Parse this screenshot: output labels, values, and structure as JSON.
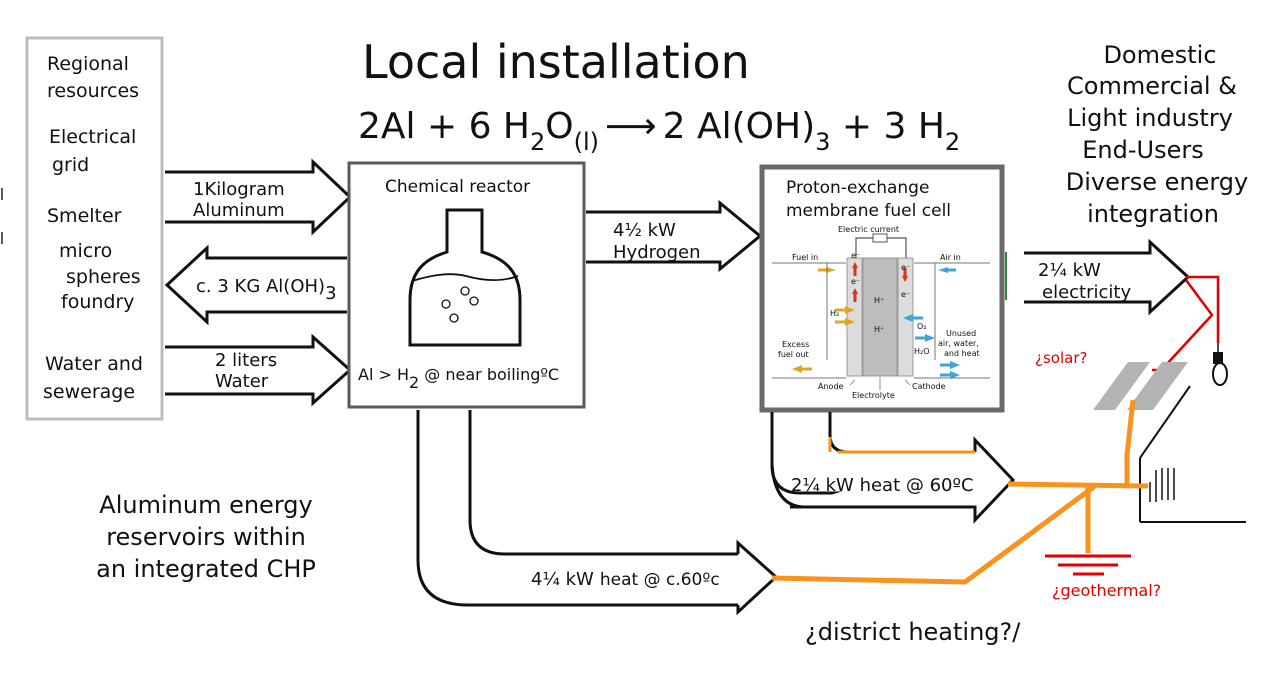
{
  "title": "Local installation",
  "equation": {
    "lhs_a": "2Al + 6 H",
    "lhs_sub_2": "2",
    "lhs_o": "O",
    "lhs_sub_l": "(l)",
    "arrow": "⟶",
    "rhs_a": "2 Al(OH)",
    "rhs_sub_3": "3",
    "rhs_b": " + 3 H",
    "rhs_sub_2": "2"
  },
  "resources": {
    "items": [
      "Regional",
      "resources",
      "Electrical",
      "grid",
      "Smelter",
      "micro",
      "spheres",
      "foundry",
      "Water and",
      "sewerage"
    ]
  },
  "flows_in_out": {
    "aluminum_line1": "1Kilogram",
    "aluminum_line2": "Aluminum",
    "hydroxide_prefix": "c. 3 KG Al(OH)",
    "hydroxide_sub": "3",
    "water_line1": "2 liters",
    "water_line2": "Water"
  },
  "reactor": {
    "title": "Chemical reactor",
    "caption_a": "Al > H",
    "caption_sub": "2",
    "caption_b": " @ near boilingºC"
  },
  "hydrogen": {
    "line1": "4½ kW",
    "line2": "Hydrogen"
  },
  "fuel_cell": {
    "title_line1": "Proton-exchange",
    "title_line2": "membrane fuel cell",
    "electric_current": "Electric current",
    "fuel_in": "Fuel in",
    "air_in": "Air in",
    "excess_fuel_line1": "Excess",
    "excess_fuel_line2": "fuel out",
    "unused_line1": "Unused",
    "unused_line2": "air, water,",
    "unused_line3": "and heat",
    "h2": "H₂",
    "o2": "O₂",
    "h2o": "H₂O",
    "h_plus": "H⁺",
    "e_minus": "e⁻",
    "anode": "Anode",
    "cathode": "Cathode",
    "electrolyte": "Electrolyte"
  },
  "end_users": {
    "line1": "Domestic",
    "line2": "Commercial &",
    "line3": "Light industry",
    "line4": "End-Users",
    "line5": "Diverse energy",
    "line6": "integration"
  },
  "electricity": {
    "line1": "2¼ kW",
    "line2": "electricity"
  },
  "fc_heat": "2¼ kW heat @  60ºC",
  "reactor_heat_a": "4¼ kW",
  "reactor_heat_b": "heat @ c.60ºc",
  "tagline": {
    "line1": "Aluminum  energy",
    "line2": "reservoirs  within",
    "line3": "an integrated CHP"
  },
  "solar": "¿solar?",
  "geothermal": "¿geothermal?",
  "district_heating": "¿district heating?/",
  "colors": {
    "orange": "#f7931e",
    "red": "#e00000",
    "panel_gray": "#b3b3b3",
    "box_border": "#5a5a5a",
    "resources_border": "#bdbdbd"
  }
}
